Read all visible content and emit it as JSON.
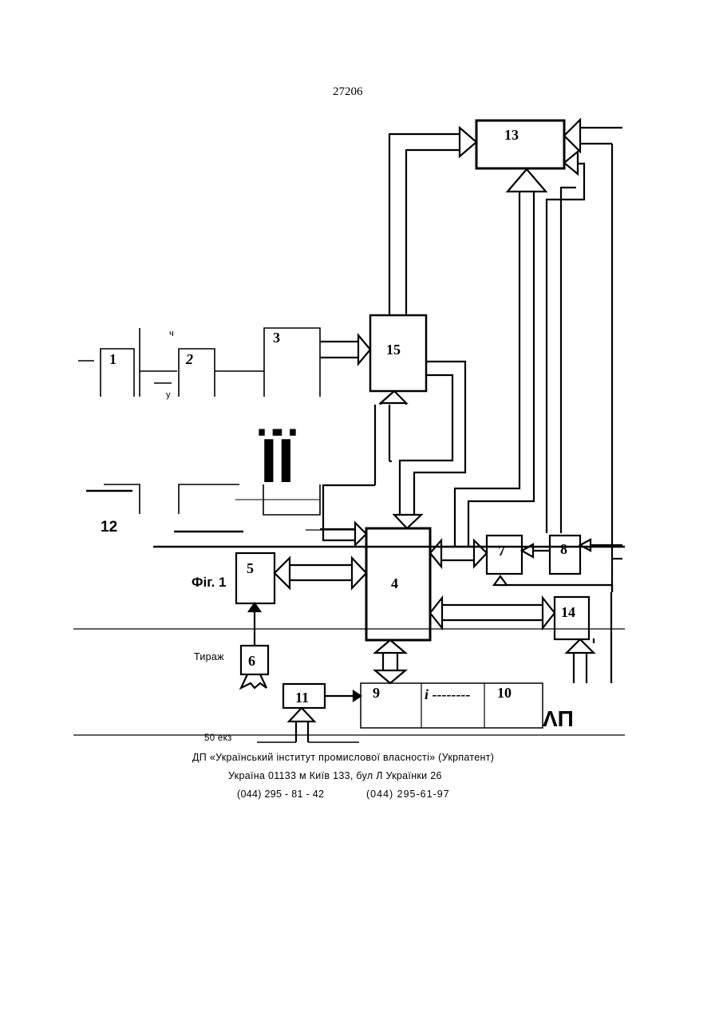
{
  "page": {
    "patent_number": "27206"
  },
  "diagram": {
    "blocks": {
      "b1": "1",
      "b2": "2",
      "b3": "3",
      "b4": "4",
      "b5": "5",
      "b6": "6",
      "b7": "7",
      "b8": "8",
      "b9": "9",
      "b10": "10",
      "b11": "11",
      "b12": "12",
      "b13": "13",
      "b14": "14",
      "b15": "15"
    },
    "fragments": {
      "ch": "ч",
      "y": "у",
      "ii_glyph": "ЇЇ",
      "i_dashes": "i --------",
      "ap_glyph": "ΛΠ"
    },
    "figure_label": "Фіг. 1"
  },
  "footer": {
    "circulation_label": "Тираж",
    "circulation_value": "50 екз",
    "publisher": "ДП «Український інститут промислової власності» (Укрпатент)",
    "address": "Україна 01133 м Київ 133, бул Л Українки 26",
    "phone1": "(044) 295 - 81 - 42",
    "phone2": "(044) 295-61-97"
  }
}
